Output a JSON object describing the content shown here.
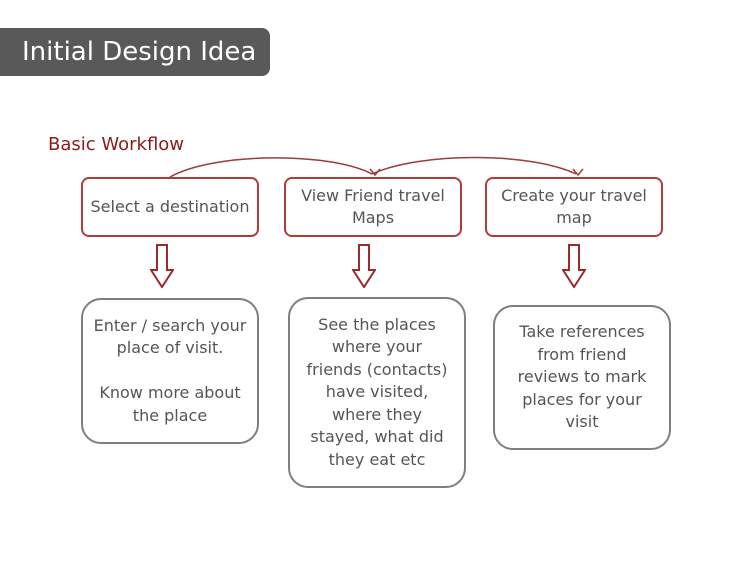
{
  "slide": {
    "title": "Initial Design Idea",
    "subtitle": "Basic Workflow"
  },
  "steps": [
    {
      "label": "Select a destination",
      "description": "Enter / search your place of visit.\n\nKnow more about the place"
    },
    {
      "label": "View Friend travel Maps",
      "description": "See the places where your friends (contacts) have visited, where they stayed, what did they eat etc"
    },
    {
      "label": "Create your travel map",
      "description": "Take references from friend reviews to mark places for your visit"
    }
  ],
  "colors": {
    "title_bg": "#595959",
    "accent": "#b23a3a",
    "subtitle": "#8b1a1a",
    "desc_border": "#7f7f7f",
    "text": "#555555"
  }
}
